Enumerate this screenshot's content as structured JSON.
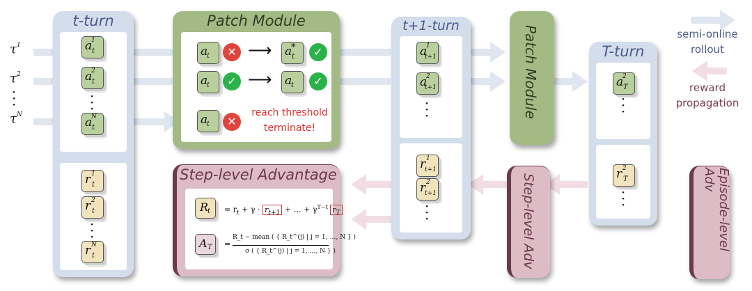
{
  "columns": {
    "t_turn": "t-turn",
    "patch_module": "Patch Module",
    "t1_turn": "t+1-turn",
    "patch_module_v": "Patch Module",
    "T_turn": "T-turn",
    "step_level_advantage": "Step-level Advantage",
    "step_level_adv_v": "Step-level Adv",
    "episode_level_adv_v": "Episode-level Adv"
  },
  "legend": {
    "semi_online": "semi-online",
    "rollout": "rollout",
    "reward": "reward",
    "propagation": "propagation"
  },
  "trajectories": [
    {
      "base": "τ",
      "sup": "1"
    },
    {
      "base": "τ",
      "sup": "2"
    },
    {
      "base": "τ",
      "sup": "N"
    }
  ],
  "patch": {
    "reach_threshold": "reach threshold",
    "terminate": "terminate!",
    "arrow": "⟶"
  },
  "tiles": {
    "a": "a",
    "r": "r",
    "sup1": "1",
    "sup2": "2",
    "supN": "N",
    "supStar": "*",
    "sub_t": "t",
    "sub_t1": "t+1",
    "sub_T": "T"
  },
  "formula": {
    "R_label": "R",
    "A_label": "A",
    "R_sub": "t",
    "A_sub": "T",
    "R_rhs_1": "= r",
    "R_rhs_2": " + γ ·",
    "R_box_1": "r",
    "R_box_1_sub": "t+1",
    "R_rhs_3": "+ … + γ",
    "R_exp": "T−t",
    "R_box_2": "r",
    "R_box_2_sub": "T",
    "A_eq": "=",
    "A_num": "R_t − mean ( { R_t^(j) | j = 1, …, N } )",
    "A_den": "σ ( { R_t^(j) | j = 1, …, N } )"
  },
  "colors": {
    "blue_column": "#d3ddec",
    "green_module": "#a4ba84",
    "maroon_adv": "#ddbcc6",
    "green_tile": "#b9cf9d",
    "yellow_tile": "#f1e3bc",
    "cross": "#e0453d",
    "check": "#2bb34a",
    "threshold_text": "#e03030"
  }
}
